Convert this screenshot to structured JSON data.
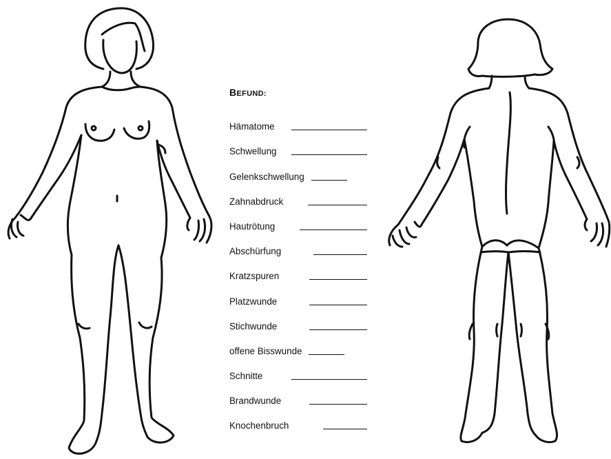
{
  "form": {
    "title_cap": "B",
    "title_rest": "EFUND:",
    "items": [
      {
        "label": "Hämatome"
      },
      {
        "label": "Schwellung"
      },
      {
        "label": "Gelenkschwellung"
      },
      {
        "label": "Zahnabdruck"
      },
      {
        "label": "Hautrötung"
      },
      {
        "label": "Abschürfung"
      },
      {
        "label": "Kratzspuren"
      },
      {
        "label": "Platzwunde"
      },
      {
        "label": "Stichwunde"
      },
      {
        "label": "offene Bisswunde"
      },
      {
        "label": "Schnitte"
      },
      {
        "label": "Brandwunde"
      },
      {
        "label": "Knochenbruch"
      }
    ]
  },
  "figures": {
    "front": "female-body-front-outline",
    "back": "female-body-back-outline"
  }
}
